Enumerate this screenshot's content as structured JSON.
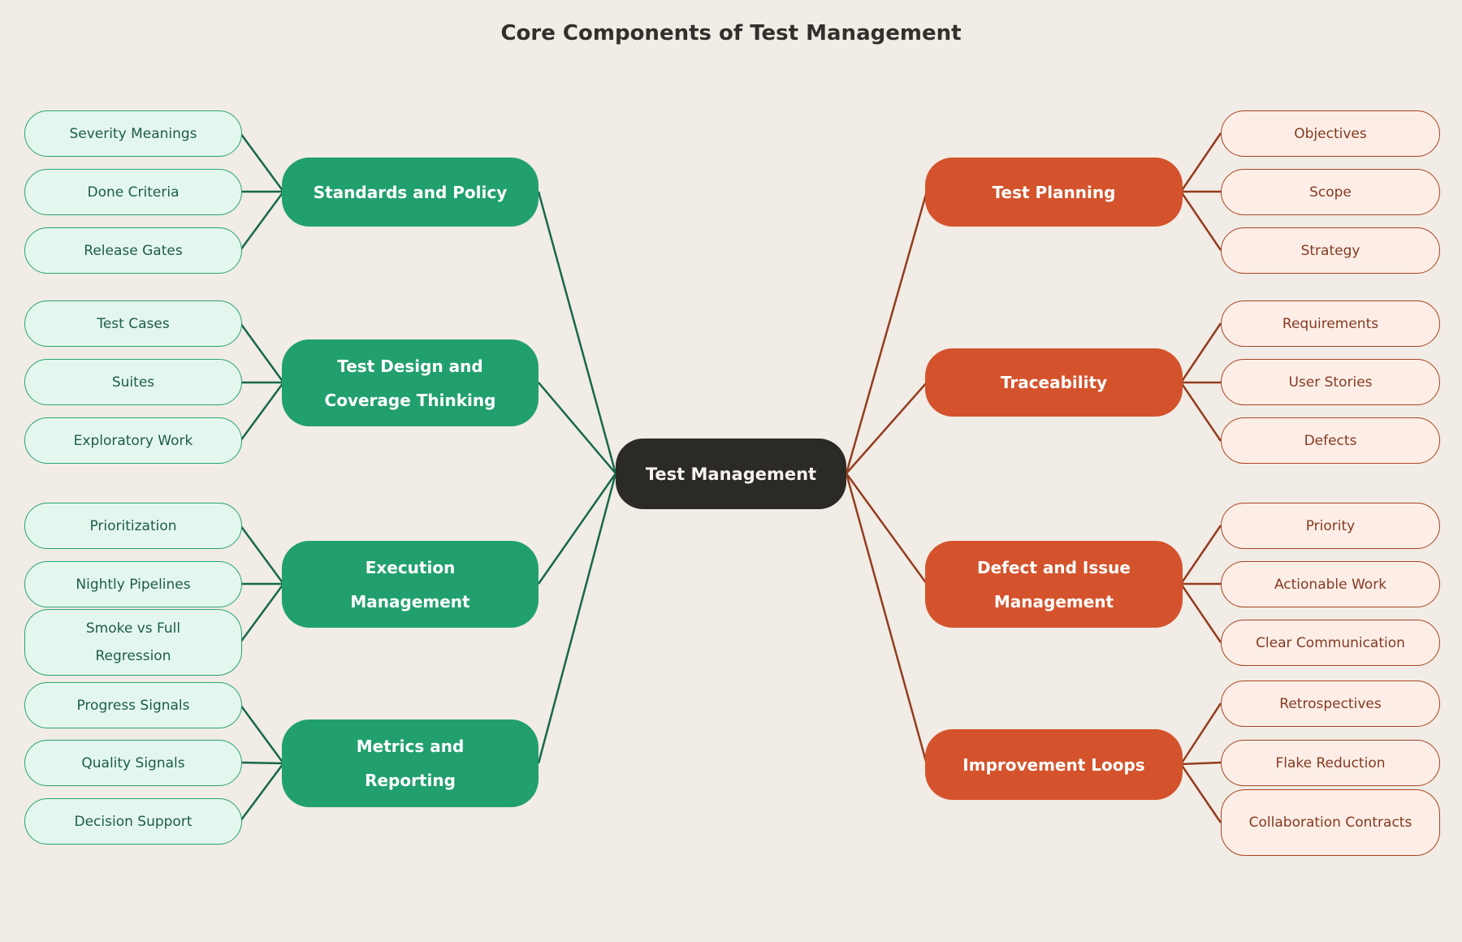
{
  "title": "Core Components of Test Management",
  "root": {
    "label": "Test Management"
  },
  "left_branches": [
    {
      "label": "Standards and Policy",
      "leaves": [
        "Severity Meanings",
        "Done Criteria",
        "Release Gates"
      ]
    },
    {
      "label": "Test Design and Coverage Thinking",
      "leaves": [
        "Test Cases",
        "Suites",
        "Exploratory Work"
      ]
    },
    {
      "label": "Execution Management",
      "leaves": [
        "Prioritization",
        "Nightly Pipelines",
        "Smoke vs Full Regression"
      ]
    },
    {
      "label": "Metrics and Reporting",
      "leaves": [
        "Progress Signals",
        "Quality Signals",
        "Decision Support"
      ]
    }
  ],
  "right_branches": [
    {
      "label": "Test Planning",
      "leaves": [
        "Objectives",
        "Scope",
        "Strategy"
      ]
    },
    {
      "label": "Traceability",
      "leaves": [
        "Requirements",
        "User Stories",
        "Defects"
      ]
    },
    {
      "label": "Defect and Issue Management",
      "leaves": [
        "Priority",
        "Actionable Work",
        "Clear Communication"
      ]
    },
    {
      "label": "Improvement Loops",
      "leaves": [
        "Retrospectives",
        "Flake Reduction",
        "Collaboration Contracts"
      ]
    }
  ],
  "colors": {
    "background": "#f1ece5",
    "title_text": "#33302c",
    "root_fill": "#2b2a27",
    "root_text": "#f6f3ed",
    "branch_left_fill": "#21a06e",
    "branch_left_text": "#ffffff",
    "leaf_left_fill": "#e4f7ee",
    "leaf_left_border": "#27a570",
    "leaf_left_text": "#1c5c49",
    "edge_left": "#17684a",
    "branch_right_fill": "#d4532c",
    "branch_right_text": "#ffffff",
    "leaf_right_fill": "#fceee7",
    "leaf_right_border": "#a84421",
    "leaf_right_text": "#85391f",
    "edge_right": "#933c1f"
  }
}
